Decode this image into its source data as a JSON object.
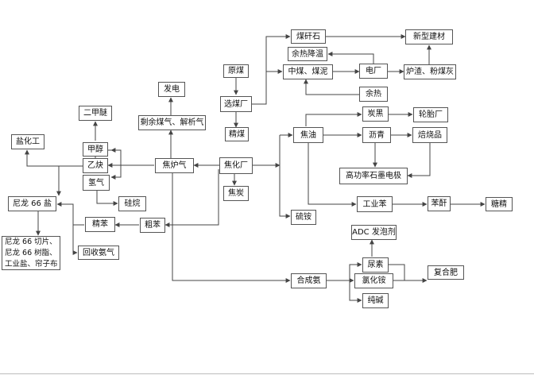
{
  "nodes": {
    "mei_gan_shi": "煤矸石",
    "xin_xing_jian_cai": "新型建材",
    "yu_re_jiang_wen": "余热降温",
    "yuan_mei": "原煤",
    "zhong_mei": "中煤、煤泥",
    "dian_chang": "电厂",
    "lu_zha": "炉渣、粉煤灰",
    "yu_re": "余热",
    "xuan_mei_chang": "选煤厂",
    "fa_dian": "发电",
    "er_jia_mi": "二甲醚",
    "sheng_yu_mei_qi": "剩余煤气、解析气",
    "tan_hei": "炭黑",
    "lun_tai_chang": "轮胎厂",
    "jing_mei": "精煤",
    "jiao_you": "焦油",
    "li_qing": "沥青",
    "bei_shao_pin": "焙烧品",
    "yan_hua_gong": "盐化工",
    "jia_chun": "甲醇",
    "yi_que": "乙炔",
    "jiao_lu_qi": "焦炉气",
    "jiao_hua_chang": "焦化厂",
    "qing_qi": "氢气",
    "gao_gong_lv": "高功率石墨电极",
    "jiao_tan": "焦炭",
    "ni_long_yan": "尼龙 66 盐",
    "gui_shao": "硅烷",
    "gong_ye_ben": "工业苯",
    "ben_gan": "苯酐",
    "tang_jing": "糖精",
    "jing_ben": "精苯",
    "cu_ben": "粗苯",
    "liu_an": "硫铵",
    "adc": "ADC 发泡剂",
    "ni_long_qie_pian": "尼龙 66 切片、\n尼龙 66 树脂、\n工业盐、帘子布",
    "hui_shou_an_qi": "回收氨气",
    "niao_su": "尿素",
    "fu_he_fei": "复合肥",
    "he_cheng_an": "合成氨",
    "lv_hua_an": "氯化铵",
    "chun_jian": "纯碱"
  },
  "colors": {
    "line": "#444444",
    "border": "#555555",
    "text": "#111111"
  }
}
